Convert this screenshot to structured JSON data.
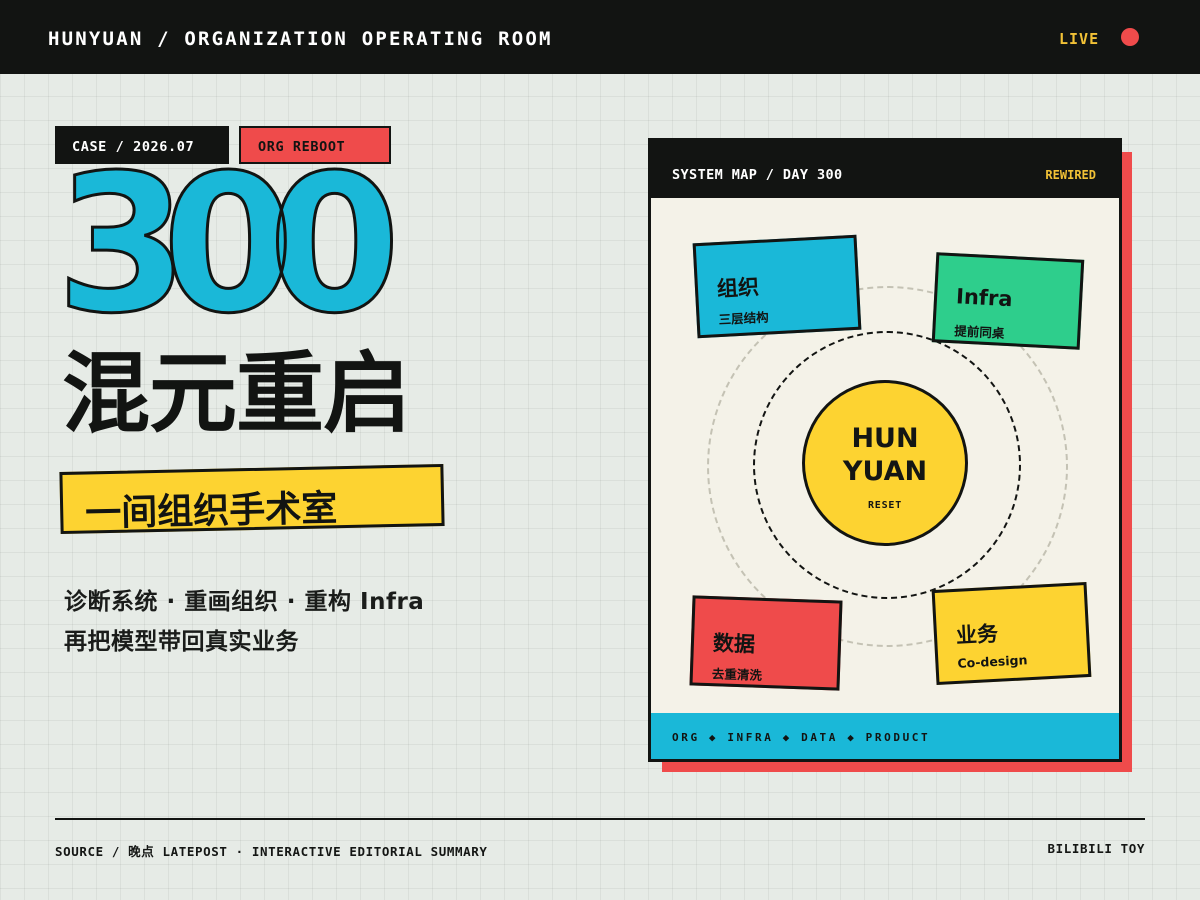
{
  "header": {
    "title": "HUNYUAN / ORGANIZATION OPERATING ROOM",
    "live_label": "LIVE",
    "live_color": "#ef4b4b"
  },
  "tags": {
    "case": "CASE / 2026.07",
    "org": "ORG REBOOT"
  },
  "hero": {
    "number": "300",
    "headline": "混元重启",
    "band": "一间组织手术室",
    "desc_line1": "诊断系统 · 重画组织 · 重构 Infra",
    "desc_line2": "再把模型带回真实业务"
  },
  "map": {
    "title": "SYSTEM MAP / DAY 300",
    "status": "REWIRED",
    "core_line1": "HUN",
    "core_line2": "YUAN",
    "core_sub": "RESET",
    "nodes": [
      {
        "title": "组织",
        "sub": "三层结构",
        "color": "#1ab8d8"
      },
      {
        "title": "Infra",
        "sub": "提前同桌",
        "color": "#2ece8c"
      },
      {
        "title": "数据",
        "sub": "去重清洗",
        "color": "#ef4b4b"
      },
      {
        "title": "业务",
        "sub": "Co-design",
        "color": "#fdd331"
      }
    ],
    "footer": "ORG ◆ INFRA ◆ DATA ◆ PRODUCT"
  },
  "footer": {
    "source": "SOURCE / 晚点 LATEPOST · INTERACTIVE EDITORIAL SUMMARY",
    "credit": "BILIBILI TOY"
  },
  "colors": {
    "accent_cyan": "#1ab8d8",
    "accent_red": "#ef4b4b",
    "accent_yellow": "#fdd331",
    "accent_green": "#2ece8c",
    "ink": "#121412"
  }
}
